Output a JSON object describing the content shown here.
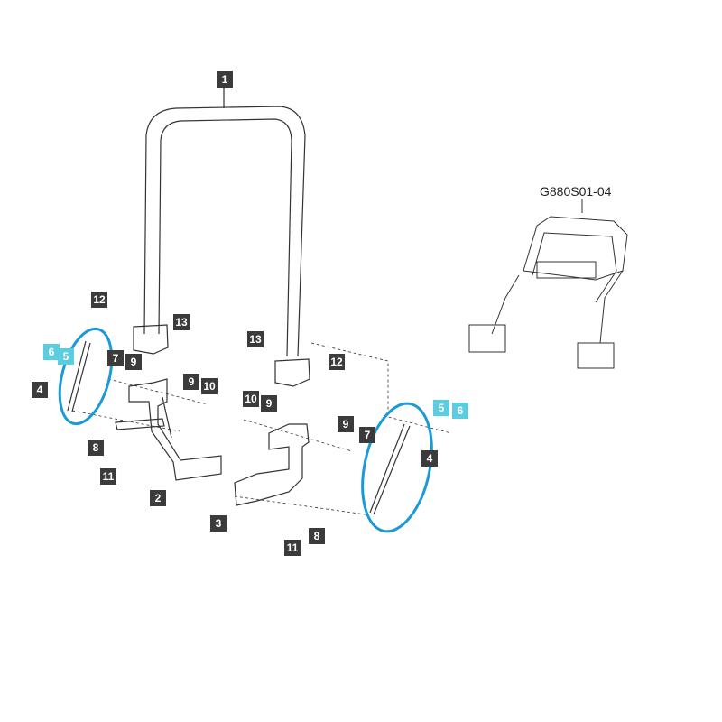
{
  "diagram": {
    "reference_code": "G880S01-04",
    "highlight_color": "#1a9ad6",
    "callout_color": "#3b3b3b",
    "callout_alt_color": "#5ccde0",
    "callouts": [
      "1",
      "12",
      "13",
      "6",
      "5",
      "7",
      "9",
      "4",
      "9",
      "10",
      "8",
      "11",
      "2",
      "13",
      "12",
      "10",
      "9",
      "9",
      "7",
      "5",
      "6",
      "4",
      "3",
      "11",
      "8"
    ]
  }
}
